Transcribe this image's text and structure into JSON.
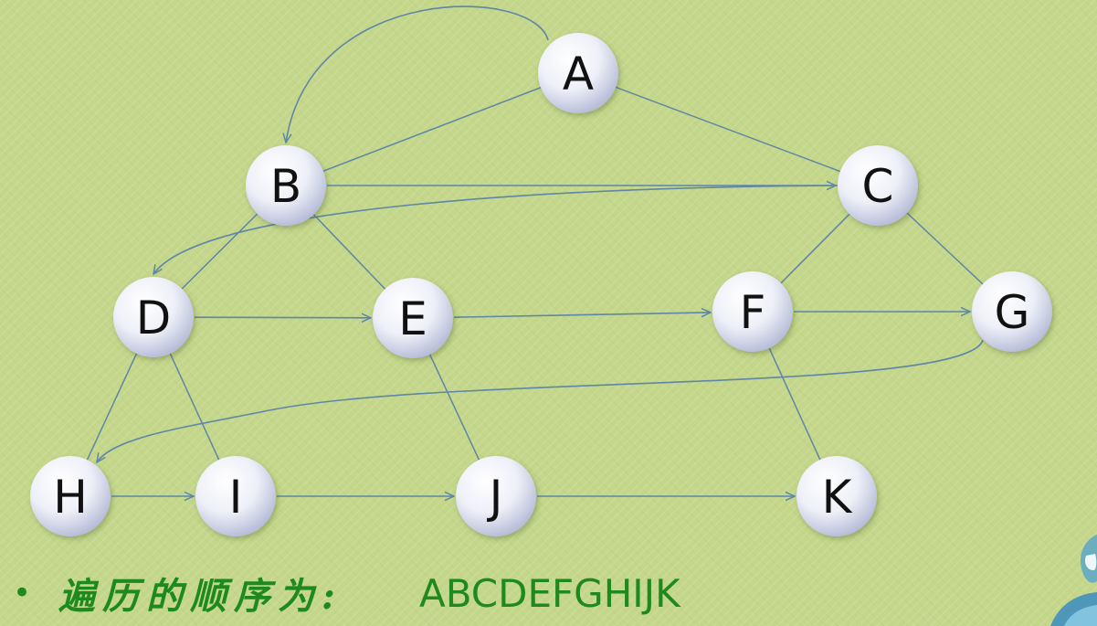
{
  "graph": {
    "nodes": [
      {
        "id": "A",
        "label": "A"
      },
      {
        "id": "B",
        "label": "B"
      },
      {
        "id": "C",
        "label": "C"
      },
      {
        "id": "D",
        "label": "D"
      },
      {
        "id": "E",
        "label": "E"
      },
      {
        "id": "F",
        "label": "F"
      },
      {
        "id": "G",
        "label": "G"
      },
      {
        "id": "H",
        "label": "H"
      },
      {
        "id": "I",
        "label": "I"
      },
      {
        "id": "J",
        "label": "J"
      },
      {
        "id": "K",
        "label": "K"
      }
    ],
    "tree_edges": [
      [
        "A",
        "B"
      ],
      [
        "A",
        "C"
      ],
      [
        "B",
        "D"
      ],
      [
        "B",
        "E"
      ],
      [
        "C",
        "F"
      ],
      [
        "C",
        "G"
      ],
      [
        "D",
        "H"
      ],
      [
        "D",
        "I"
      ],
      [
        "E",
        "J"
      ],
      [
        "F",
        "K"
      ]
    ],
    "traversal_arrows": [
      [
        "A",
        "B"
      ],
      [
        "B",
        "C"
      ],
      [
        "C",
        "D"
      ],
      [
        "D",
        "E"
      ],
      [
        "E",
        "F"
      ],
      [
        "F",
        "G"
      ],
      [
        "G",
        "H"
      ],
      [
        "H",
        "I"
      ],
      [
        "I",
        "J"
      ],
      [
        "J",
        "K"
      ]
    ]
  },
  "caption": {
    "bullet": "•",
    "label": "遍历的顺序为:",
    "value": "ABCDEFGHIJK"
  },
  "colors": {
    "background": "#c3d68a",
    "edge": "#5e86a6",
    "text_green": "#1e8a1e"
  }
}
